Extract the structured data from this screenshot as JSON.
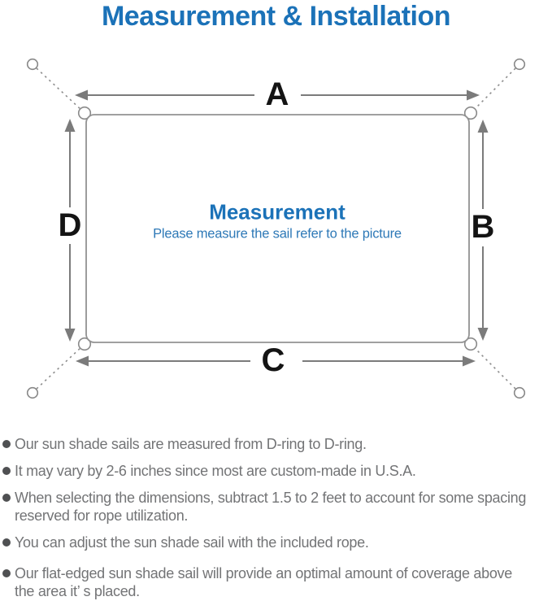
{
  "title": "Measurement & Installation",
  "diagram": {
    "labels": {
      "a": "A",
      "b": "B",
      "c": "C",
      "d": "D"
    },
    "heading": "Measurement",
    "subheading": "Please measure the sail refer to the picture",
    "shape": "rounded rectangle sail with D-rings at four corners, dashed ropes to anchor points",
    "colors": {
      "accent_blue": "#1b72b8",
      "subtitle_blue": "#2e79b7",
      "line_gray": "#7b7b7b",
      "outline_gray": "#929292"
    }
  },
  "notes": [
    "Our sun shade sails are measured from D-ring to D-ring.",
    "It may vary by 2-6 inches since most are custom-made in U.S.A.",
    "When selecting the dimensions, subtract 1.5 to 2 feet to account for some spacing\nreserved for rope utilization.",
    "You can adjust the sun shade sail with the included rope.",
    "Our flat-edged sun shade sail will provide an optimal amount of coverage above\nthe area it’ s placed."
  ]
}
